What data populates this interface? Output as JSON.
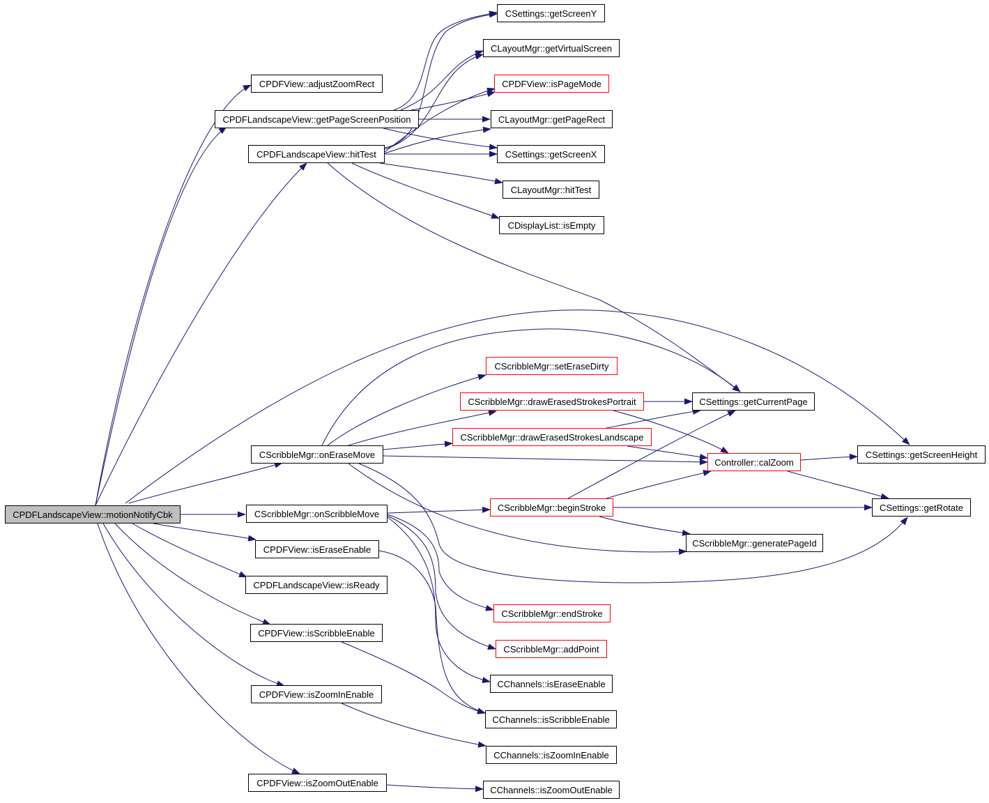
{
  "colors": {
    "edge": "#191970",
    "border": "#000000",
    "red_border": "#ff0000",
    "root_fill": "#bfbfbf"
  },
  "nodes": {
    "motionNotifyCbk": "CPDFLandscapeView::motionNotifyCbk",
    "adjustZoomRect": "CPDFView::adjustZoomRect",
    "getPageScreenPosition": "CPDFLandscapeView::getPageScreenPosition",
    "hitTest": "CPDFLandscapeView::hitTest",
    "onEraseMove": "CScribbleMgr::onEraseMove",
    "onScribbleMove": "CScribbleMgr::onScribbleMove",
    "isEraseEnable": "CPDFView::isEraseEnable",
    "isReady": "CPDFLandscapeView::isReady",
    "isScribbleEnable": "CPDFView::isScribbleEnable",
    "isZoomInEnable": "CPDFView::isZoomInEnable",
    "isZoomOutEnable": "CPDFView::isZoomOutEnable",
    "getScreenY": "CSettings::getScreenY",
    "getVirtualScreen": "CLayoutMgr::getVirtualScreen",
    "isPageMode": "CPDFView::isPageMode",
    "getPageRect": "CLayoutMgr::getPageRect",
    "getScreenX": "CSettings::getScreenX",
    "layoutHitTest": "CLayoutMgr::hitTest",
    "isEmpty": "CDisplayList::isEmpty",
    "setEraseDirty": "CScribbleMgr::setEraseDirty",
    "drawErasedStrokesPortrait": "CScribbleMgr::drawErasedStrokesPortrait",
    "drawErasedStrokesLandscape": "CScribbleMgr::drawErasedStrokesLandscape",
    "beginStroke": "CScribbleMgr::beginStroke",
    "endStroke": "CScribbleMgr::endStroke",
    "addPoint": "CScribbleMgr::addPoint",
    "chErase": "CChannels::isEraseEnable",
    "chScribble": "CChannels::isScribbleEnable",
    "chZoomIn": "CChannels::isZoomInEnable",
    "chZoomOut": "CChannels::isZoomOutEnable",
    "getCurrentPage": "CSettings::getCurrentPage",
    "calZoom": "Controller::calZoom",
    "generatePageId": "CScribbleMgr::generatePageId",
    "getScreenHeight": "CSettings::getScreenHeight",
    "getRotate": "CSettings::getRotate"
  }
}
